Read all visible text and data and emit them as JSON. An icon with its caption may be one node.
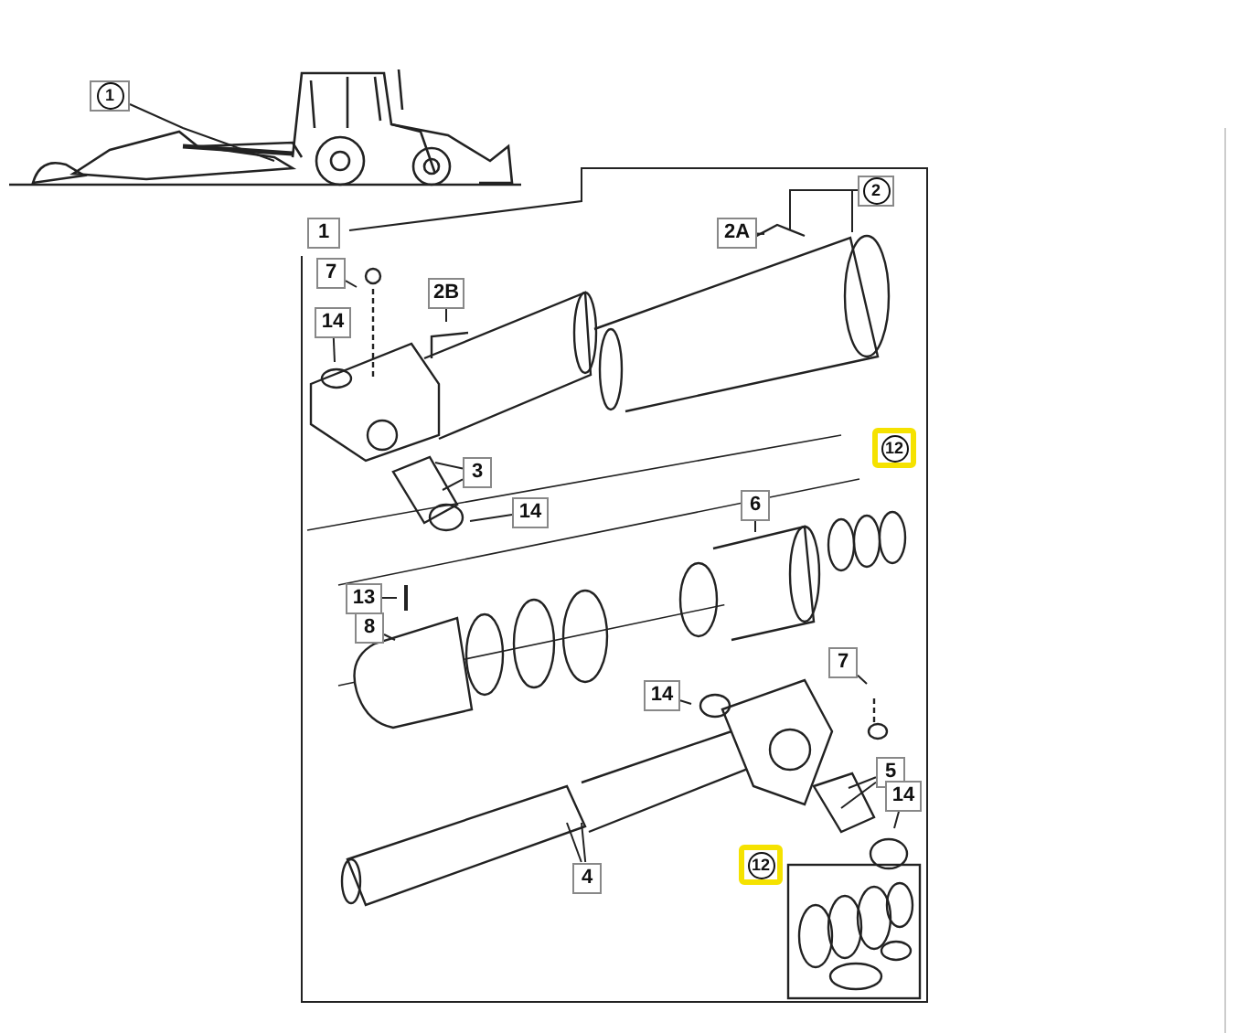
{
  "diagram": {
    "nodes": [
      {
        "text": [
          "1"
        ]
      },
      {
        "text": [
          "2"
        ]
      },
      {
        "text": [
          "1"
        ]
      },
      {
        "text": [
          "2A"
        ]
      },
      {
        "text": [
          "7"
        ]
      },
      {
        "text": [
          "2B"
        ]
      },
      {
        "text": [
          "14"
        ]
      },
      {
        "text": [
          "12"
        ]
      },
      {
        "text": [
          "3"
        ]
      },
      {
        "text": [
          "14"
        ]
      },
      {
        "text": [
          "6"
        ]
      },
      {
        "text": [
          "13"
        ]
      },
      {
        "text": [
          "8"
        ]
      },
      {
        "text": [
          "7"
        ]
      },
      {
        "text": [
          "14"
        ]
      },
      {
        "text": [
          "5"
        ]
      },
      {
        "text": [
          "14"
        ]
      },
      {
        "text": [
          "12"
        ]
      },
      {
        "text": [
          "4"
        ]
      }
    ],
    "edges": [
      {
        "from": 0,
        "to": null,
        "arrow": "none"
      },
      {
        "from": 1,
        "to": null,
        "arrow": "none"
      },
      {
        "from": 1,
        "to": null,
        "arrow": "none"
      },
      {
        "from": 3,
        "to": null,
        "arrow": "none"
      },
      {
        "from": 4,
        "to": null,
        "arrow": "none"
      },
      {
        "from": 5,
        "to": null,
        "arrow": "none"
      },
      {
        "from": 6,
        "to": null,
        "arrow": "none"
      },
      {
        "from": 8,
        "to": null,
        "arrow": "none"
      },
      {
        "from": 8,
        "to": null,
        "arrow": "none"
      },
      {
        "from": 9,
        "to": null,
        "arrow": "none"
      },
      {
        "from": 10,
        "to": null,
        "arrow": "none"
      },
      {
        "from": 11,
        "to": null,
        "arrow": "none"
      },
      {
        "from": 12,
        "to": null,
        "arrow": "none"
      },
      {
        "from": 13,
        "to": null,
        "arrow": "none"
      },
      {
        "from": 14,
        "to": null,
        "arrow": "none"
      },
      {
        "from": 15,
        "to": null,
        "arrow": "none"
      },
      {
        "from": 15,
        "to": null,
        "arrow": "none"
      },
      {
        "from": 16,
        "to": null,
        "arrow": "none"
      },
      {
        "from": 18,
        "to": null,
        "arrow": "none"
      },
      {
        "from": 18,
        "to": null,
        "arrow": "none"
      }
    ]
  }
}
